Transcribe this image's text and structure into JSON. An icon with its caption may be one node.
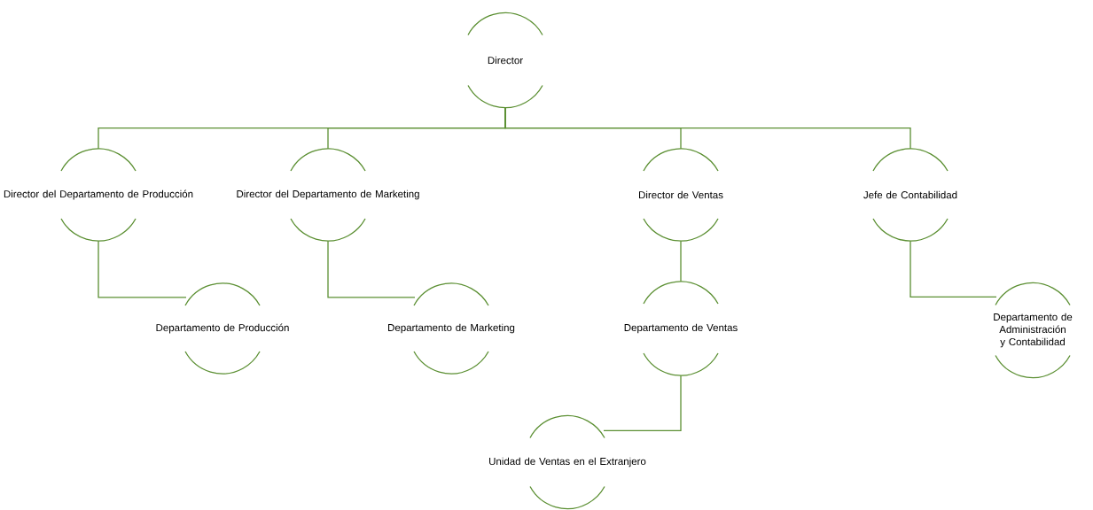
{
  "diagram": {
    "nodes": [
      {
        "text": [
          "Director"
        ]
      },
      {
        "text": [
          "Director del Departamento de Producción"
        ]
      },
      {
        "text": [
          "Director del Departamento de Marketing"
        ]
      },
      {
        "text": [
          "Director de Ventas"
        ]
      },
      {
        "text": [
          "Jefe de Contabilidad"
        ]
      },
      {
        "text": [
          "Departamento de Producción"
        ]
      },
      {
        "text": [
          "Departamento de Marketing"
        ]
      },
      {
        "text": [
          "Departamento de Ventas"
        ]
      },
      {
        "text": [
          "Departamento de Administración y Contabilidad"
        ]
      },
      {
        "text": [
          "Unidad de Ventas en el Extranjero"
        ]
      }
    ],
    "edges": [
      {
        "from": 0,
        "to": 1,
        "arrow": "none"
      },
      {
        "from": 0,
        "to": 2,
        "arrow": "none"
      },
      {
        "from": 0,
        "to": 3,
        "arrow": "none"
      },
      {
        "from": 0,
        "to": 4,
        "arrow": "none"
      },
      {
        "from": 1,
        "to": 5,
        "arrow": "none"
      },
      {
        "from": 2,
        "to": 6,
        "arrow": "none"
      },
      {
        "from": 3,
        "to": 7,
        "arrow": "none"
      },
      {
        "from": 4,
        "to": 8,
        "arrow": "none"
      },
      {
        "from": 7,
        "to": 9,
        "arrow": "none"
      }
    ]
  }
}
